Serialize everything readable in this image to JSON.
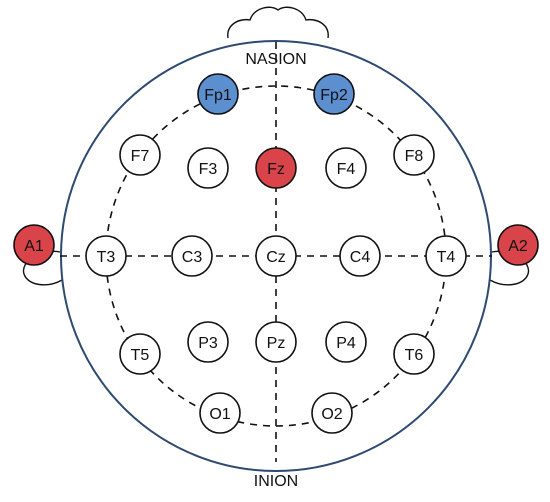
{
  "landmarks": {
    "nasion": "NASION",
    "inion": "INION"
  },
  "colors": {
    "head_outline": "#2e4a70",
    "electrode_outline": "#111111",
    "electrode_default": "#ffffff",
    "electrode_blue": "#5b8fd0",
    "electrode_red": "#d9434a",
    "guide_line": "#111111"
  },
  "electrodes": [
    {
      "id": "fp1",
      "label": "Fp1",
      "fill": "blue"
    },
    {
      "id": "fp2",
      "label": "Fp2",
      "fill": "blue"
    },
    {
      "id": "f7",
      "label": "F7",
      "fill": "default"
    },
    {
      "id": "f3",
      "label": "F3",
      "fill": "default"
    },
    {
      "id": "fz",
      "label": "Fz",
      "fill": "red"
    },
    {
      "id": "f4",
      "label": "F4",
      "fill": "default"
    },
    {
      "id": "f8",
      "label": "F8",
      "fill": "default"
    },
    {
      "id": "a1",
      "label": "A1",
      "fill": "red"
    },
    {
      "id": "t3",
      "label": "T3",
      "fill": "default"
    },
    {
      "id": "c3",
      "label": "C3",
      "fill": "default"
    },
    {
      "id": "cz",
      "label": "Cz",
      "fill": "default"
    },
    {
      "id": "c4",
      "label": "C4",
      "fill": "default"
    },
    {
      "id": "t4",
      "label": "T4",
      "fill": "default"
    },
    {
      "id": "a2",
      "label": "A2",
      "fill": "red"
    },
    {
      "id": "t5",
      "label": "T5",
      "fill": "default"
    },
    {
      "id": "p3",
      "label": "P3",
      "fill": "default"
    },
    {
      "id": "pz",
      "label": "Pz",
      "fill": "default"
    },
    {
      "id": "p4",
      "label": "P4",
      "fill": "default"
    },
    {
      "id": "t6",
      "label": "T6",
      "fill": "default"
    },
    {
      "id": "o1",
      "label": "O1",
      "fill": "default"
    },
    {
      "id": "o2",
      "label": "O2",
      "fill": "default"
    }
  ]
}
